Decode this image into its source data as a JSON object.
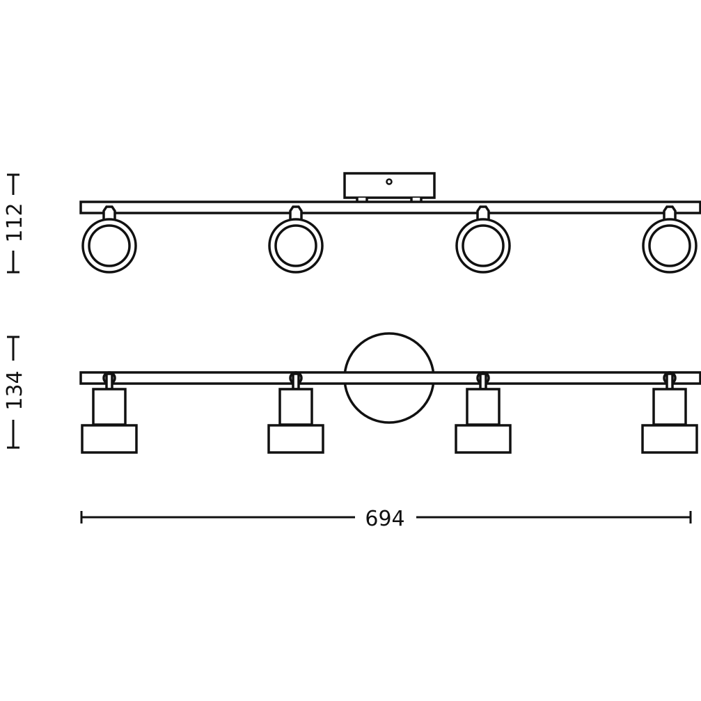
{
  "dimensions": {
    "front_height": "112",
    "side_height": "134",
    "width": "694"
  },
  "spotlight_count": 4,
  "line_color": "#111111"
}
